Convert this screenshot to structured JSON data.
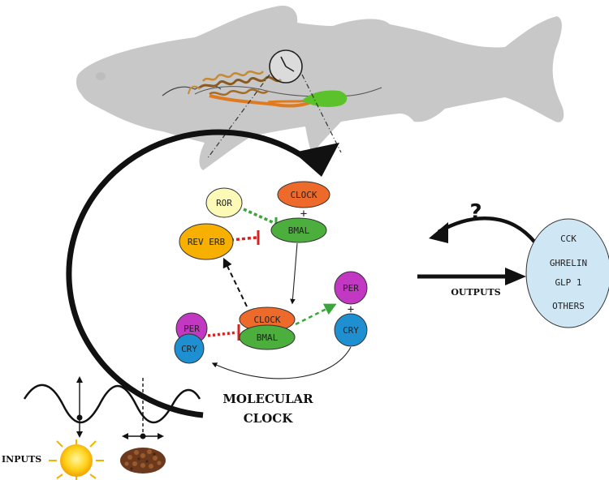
{
  "nodes": {
    "ror": "ROR",
    "clock_top": "CLOCK",
    "plus_top": "+",
    "rev_erb": "REV ERB",
    "bmal_top": "BMAL",
    "per_right": "PER",
    "plus_right": "+",
    "clock_mid": "CLOCK",
    "bmal_mid": "BMAL",
    "per_left": "PER",
    "cry_left": "CRY",
    "cry_right": "CRY"
  },
  "labels": {
    "molecular_line1": "MOLECULAR",
    "molecular_line2": "CLOCK",
    "question": "?",
    "outputs": "OUTPUTS",
    "inputs": "INPUTS"
  },
  "hormones": [
    "CCK",
    "GHRELIN",
    "GLP 1",
    "OTHERS"
  ],
  "colors": {
    "fish": "#c8c8c8",
    "gut_orange": "#e07a1e",
    "gut_green": "#5cc22c",
    "ror": "#fdfab8",
    "clock": "#ee6a2a",
    "rev_erb": "#f7b000",
    "bmal": "#4cae3c",
    "per": "#c238c2",
    "cry": "#1e8fd0",
    "hormone_bubble": "#cfe6f4",
    "inhibit_red": "#d62222",
    "inhibit_green": "#3aa63a"
  },
  "icons": [
    "clock-icon",
    "sun-icon",
    "food-pellets-icon"
  ]
}
